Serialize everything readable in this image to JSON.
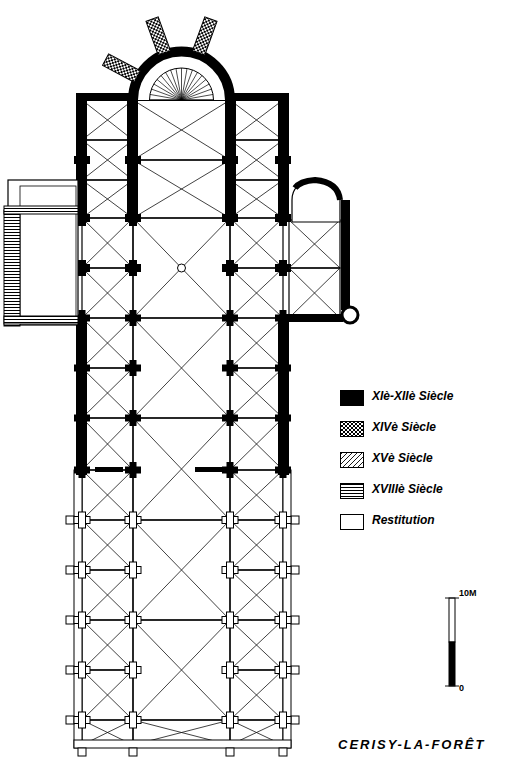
{
  "diagram": {
    "title": "CERISY-LA-FORÊT",
    "labels": [
      "10M",
      "0"
    ],
    "legend": [
      {
        "text": "XIè-XIIè Siècle",
        "color": "#000000"
      },
      {
        "text": "XIVè Siècle"
      },
      {
        "text": "XVè Siècle"
      },
      {
        "text": "XVIIIè Siècle"
      },
      {
        "text": "Restitution",
        "color": "#ffffff"
      }
    ]
  }
}
